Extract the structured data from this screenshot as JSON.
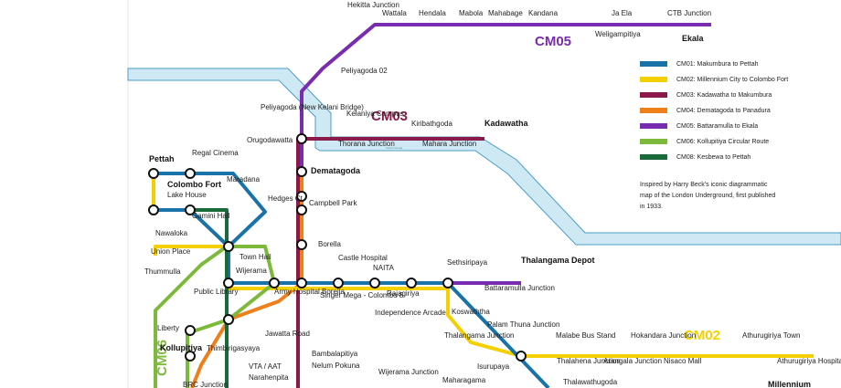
{
  "routes": {
    "cm05": "CM05",
    "cm03": "CM03",
    "cm02": "CM02",
    "cm06": "CM06"
  },
  "river_label": "Kelani Ganga",
  "stations": {
    "hekitta": "Hekitta Junction",
    "wattala": "Wattala",
    "hendala": "Hendala",
    "mabola": "Mabola",
    "mahabage": "Mahabage",
    "kandana": "Kandana",
    "ja_ela": "Ja Ela",
    "weligampitiya": "Weligampitiya",
    "ctb_junction": "CTB Junction",
    "ekala": "Ekala",
    "peliyagoda_02": "Peliyagoda 02",
    "peliyagoda": "Peliyagoda (New Kelani Bridge)",
    "kelaniya": "Kelaniya Campus",
    "kiribathgoda": "Kiribathgoda",
    "kadawatha": "Kadawatha",
    "orugodawatta": "Orugodawatta",
    "thorana": "Thorana Junction",
    "mahara": "Mahara Junction",
    "pettah": "Pettah",
    "regal_cinema": "Regal Cinema",
    "maradana": "Maradana",
    "colombo_fort": "Colombo Fort",
    "lake_house": "Lake House",
    "gamini_hall": "Gamini Hall",
    "hedges_ct": "Hedges Ct.",
    "dematagoda": "Dematagoda",
    "campbell_park": "Campbell Park",
    "nawaloka": "Nawaloka",
    "union_place": "Union Place",
    "borella": "Borella",
    "town_hall": "Town Hall",
    "thummulla": "Thummulla",
    "wijerama": "Wijerama",
    "castle_hospital": "Castle Hospital",
    "naita": "NAITA",
    "sethsiripaya": "Sethsiripaya",
    "thalangama_depot": "Thalangama Depot",
    "public_library": "Public Library",
    "army_hospital": "Army Hospital Borella",
    "singer_mega": "Singer Mega - Colombo 8",
    "rajagiriya": "Rajagiriya",
    "battaramulla": "Battaramulla Junction",
    "liberty": "Liberty",
    "jawatta_road": "Jawatta Road",
    "independence": "Independence Arcade",
    "koswaththa": "Koswaththa",
    "palam_thuna": "Palam Thuna Junction",
    "thalangama_jn": "Thalangama Junction",
    "kollupitiya": "Kollupitiya",
    "thimbirigasyaya": "Thimbirigasyaya",
    "bambalapitiya": "Bambalapitiya",
    "nelum_pokuna": "Nelum Pokuna",
    "isurupaya": "Isurupaya",
    "vta_aat": "VTA / AAT",
    "narahenpita": "Narahenpita",
    "wijerama_jn": "Wijerama Junction",
    "maharagama": "Maharagama",
    "brc_junction": "BRC Junction",
    "thalahena": "Thalahena Junction",
    "arangala": "Arangala Junction",
    "malabe": "Malabe Bus Stand",
    "nisaco": "Nisaco Mall",
    "hokandara": "Hokandara Junction",
    "athurugiriya_town": "Athurugiriya Town",
    "athurugiriya_hosp": "Athurugiriya Hospital",
    "thalawathugoda": "Thalawathugoda",
    "millennium": "Millennium"
  },
  "legend": [
    {
      "code": "CM01",
      "text": "CM01: Makumbura to Pettah",
      "color": "#1a73a8"
    },
    {
      "code": "CM02",
      "text": "CM02: Millennium City to Colombo Fort",
      "color": "#f5d000"
    },
    {
      "code": "CM03",
      "text": "CM03: Kadawatha to Makumbura",
      "color": "#8b1a4a"
    },
    {
      "code": "CM04",
      "text": "CM04: Dematagoda to Panadura",
      "color": "#ef7f1a"
    },
    {
      "code": "CM05",
      "text": "CM05: Battaramulla to Ekala",
      "color": "#7a2cb0"
    },
    {
      "code": "CM06",
      "text": "CM06: Kollupitiya Circular Route",
      "color": "#7dba3c"
    },
    {
      "code": "CM08",
      "text": "CM08: Kesbewa to Pettah",
      "color": "#1b6b3a"
    }
  ],
  "note": [
    "Inspired by Harry Beck's iconic diagrammatic",
    "map of the London Underground, first published",
    "in 1933."
  ],
  "colors": {
    "river": "#cfe9f4",
    "river_edge": "#4a9ec9",
    "cm01": "#1a73a8",
    "cm02": "#f5d000",
    "cm03": "#8b1a4a",
    "cm04": "#ef7f1a",
    "cm05": "#7a2cb0",
    "cm06": "#7dba3c",
    "cm08": "#1b6b3a"
  }
}
